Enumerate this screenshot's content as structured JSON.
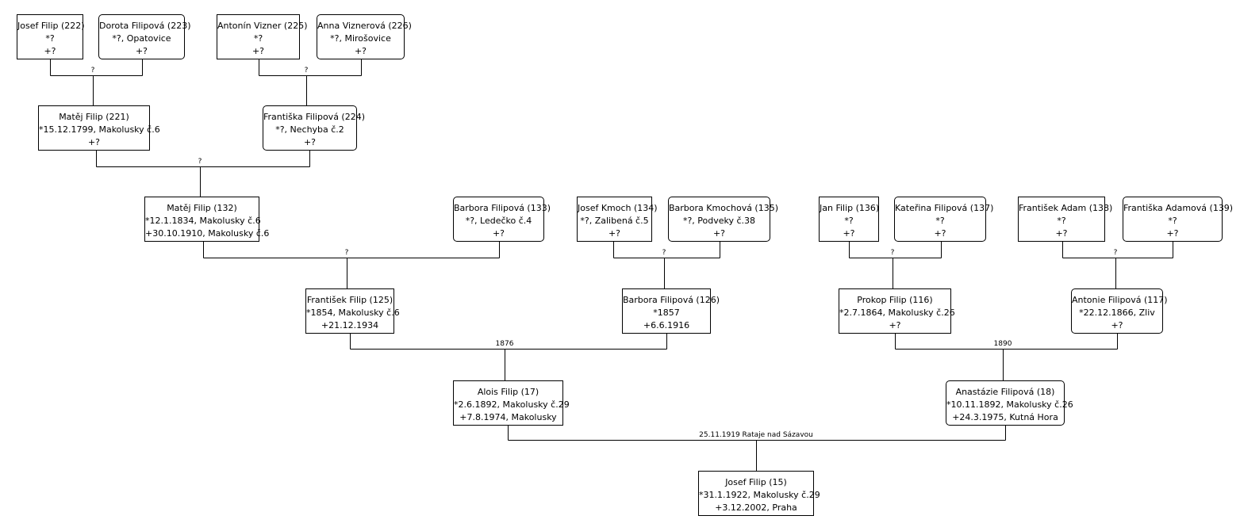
{
  "people": [
    {
      "id": "p222",
      "sex": "m",
      "lines": [
        "Josef Filip (222)",
        "*?",
        "+?"
      ]
    },
    {
      "id": "p223",
      "sex": "f",
      "lines": [
        "Dorota Filipová (223)",
        "*?, Opatovice",
        "+?"
      ]
    },
    {
      "id": "p225",
      "sex": "m",
      "lines": [
        "Antonín Vizner (225)",
        "*?",
        "+?"
      ]
    },
    {
      "id": "p226",
      "sex": "f",
      "lines": [
        "Anna Viznerová (226)",
        "*?, Mirošovice",
        "+?"
      ]
    },
    {
      "id": "p221",
      "sex": "m",
      "lines": [
        "Matěj Filip (221)",
        "*15.12.1799, Makolusky č.6",
        "+?"
      ]
    },
    {
      "id": "p224",
      "sex": "f",
      "lines": [
        "Františka Filipová (224)",
        "*?, Nechyba č.2",
        "+?"
      ]
    },
    {
      "id": "p132",
      "sex": "m",
      "lines": [
        "Matěj Filip (132)",
        "*12.1.1834, Makolusky č.6",
        "+30.10.1910, Makolusky č.6"
      ]
    },
    {
      "id": "p133",
      "sex": "f",
      "lines": [
        "Barbora Filipová (133)",
        "*?, Ledečko č.4",
        "+?"
      ]
    },
    {
      "id": "p134",
      "sex": "m",
      "lines": [
        "Josef Kmoch (134)",
        "*?, Zalibená č.5",
        "+?"
      ]
    },
    {
      "id": "p135",
      "sex": "f",
      "lines": [
        "Barbora  Kmochová (135)",
        "*?, Podveky č.38",
        "+?"
      ]
    },
    {
      "id": "p136",
      "sex": "m",
      "lines": [
        "Jan Filip (136)",
        "*?",
        "+?"
      ]
    },
    {
      "id": "p137",
      "sex": "f",
      "lines": [
        "Kateřina Filipová (137)",
        "*?",
        "+?"
      ]
    },
    {
      "id": "p138",
      "sex": "m",
      "lines": [
        "František Adam (138)",
        "*?",
        "+?"
      ]
    },
    {
      "id": "p139",
      "sex": "f",
      "lines": [
        "Františka Adamová (139)",
        "*?",
        "+?"
      ]
    },
    {
      "id": "p125",
      "sex": "m",
      "lines": [
        "František Filip (125)",
        "*1854, Makolusky č.6",
        "+21.12.1934"
      ]
    },
    {
      "id": "p126",
      "sex": "m",
      "lines": [
        "Barbora Filipová (126)",
        "*1857",
        "+6.6.1916"
      ]
    },
    {
      "id": "p116",
      "sex": "m",
      "lines": [
        "Prokop Filip (116)",
        "*2.7.1864, Makolusky č.26",
        "+?"
      ]
    },
    {
      "id": "p117",
      "sex": "f",
      "lines": [
        "Antonie Filipová (117)",
        "*22.12.1866, Zliv",
        "+?"
      ]
    },
    {
      "id": "p17",
      "sex": "m",
      "lines": [
        "Alois Filip (17)",
        "*2.6.1892, Makolusky č.29",
        "+7.8.1974, Makolusky"
      ]
    },
    {
      "id": "p18",
      "sex": "f",
      "lines": [
        "Anastázie Filipová (18)",
        "*10.11.1892, Makolusky č.26",
        "+24.3.1975, Kutná Hora"
      ]
    },
    {
      "id": "p15",
      "sex": "m",
      "lines": [
        "Josef Filip (15)",
        "*31.1.1922, Makolusky č.29",
        "+3.12.2002, Praha"
      ]
    }
  ],
  "marriages": [
    {
      "id": "m-222-223",
      "label": "?"
    },
    {
      "id": "m-225-226",
      "label": "?"
    },
    {
      "id": "m-221-224",
      "label": "?"
    },
    {
      "id": "m-132-133",
      "label": "?"
    },
    {
      "id": "m-134-135",
      "label": "?"
    },
    {
      "id": "m-136-137",
      "label": "?"
    },
    {
      "id": "m-138-139",
      "label": "?"
    },
    {
      "id": "m-125-126",
      "label": "1876"
    },
    {
      "id": "m-116-117",
      "label": "1890"
    },
    {
      "id": "m-17-18",
      "label": "25.11.1919 Rataje nad Sázavou"
    }
  ]
}
